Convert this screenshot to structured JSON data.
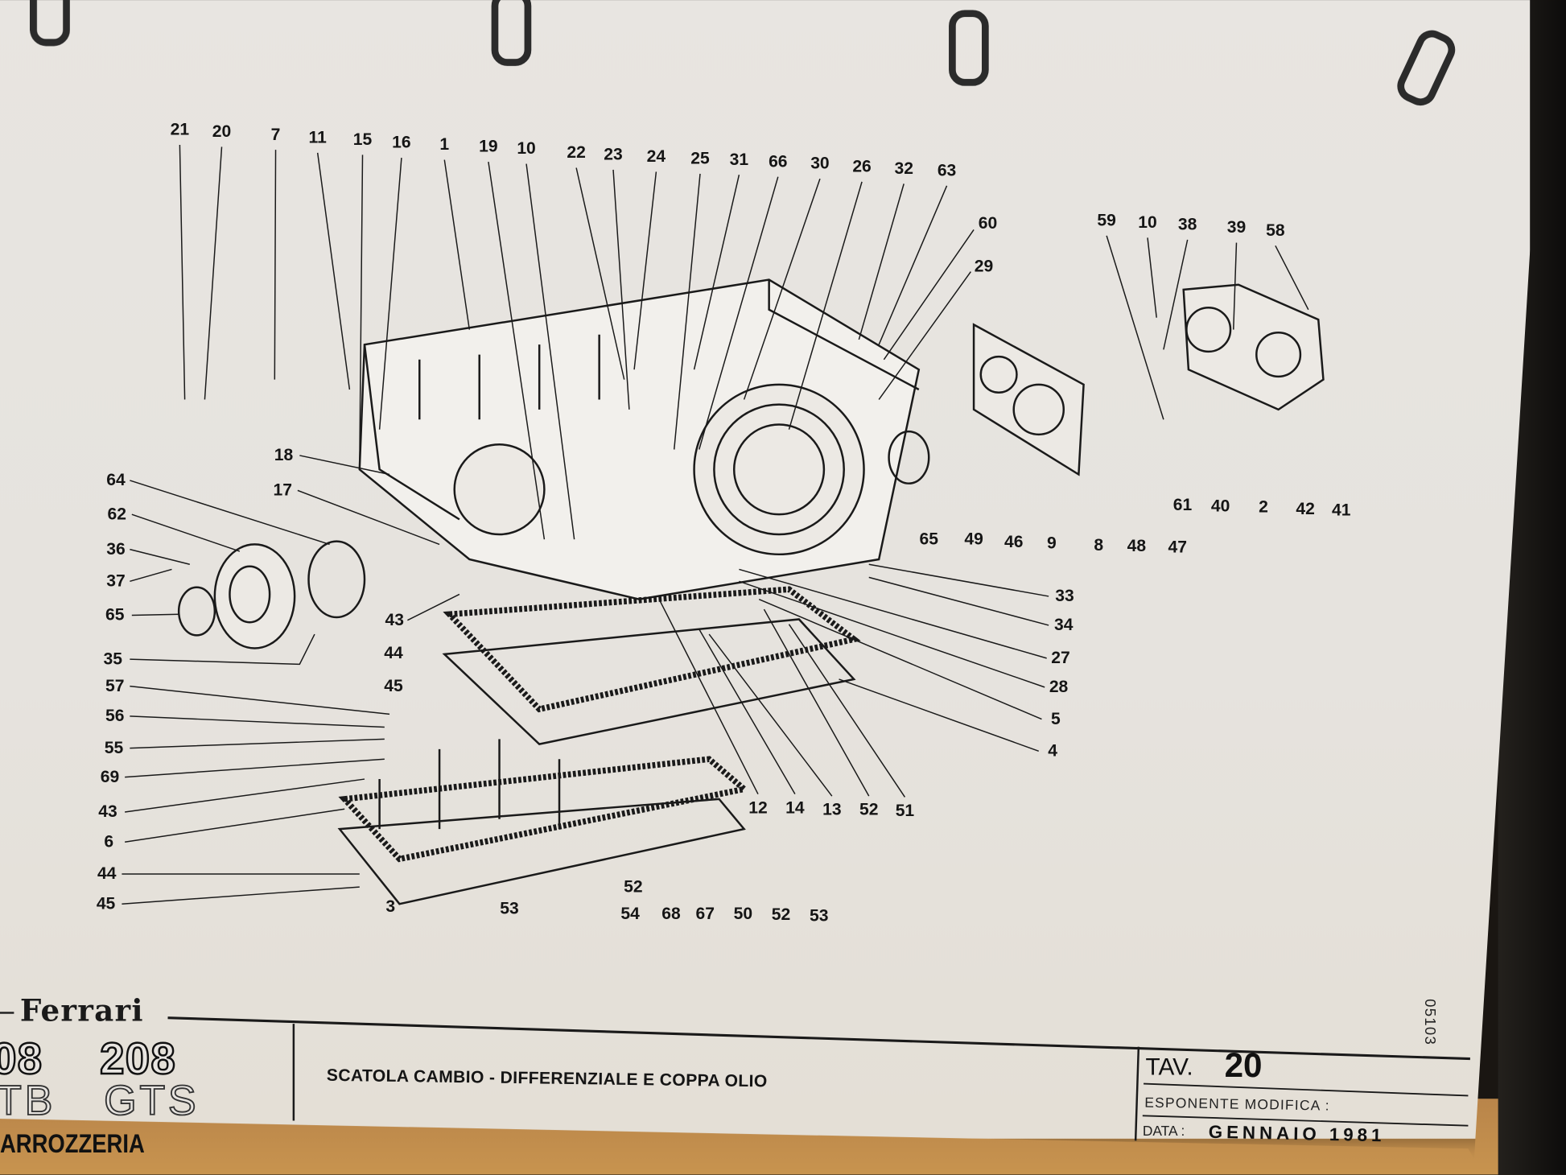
{
  "document": {
    "brand": "Ferrari",
    "models": {
      "left_top": "08",
      "right_top": "208",
      "left_bottom": "TB",
      "right_bottom": "GTS"
    },
    "section_label": "ARROZZERIA",
    "title": "SCATOLA CAMBIO - DIFFERENZIALE E COPPA OLIO",
    "tav_label": "TAV.",
    "tav_number": "20",
    "esponente_label": "ESPONENTE  MODIFICA :",
    "data_label": "DATA :",
    "data_value": "GENNAIO 1981",
    "drawing_code": "05103"
  },
  "callouts": [
    "21",
    "20",
    "7",
    "11",
    "15",
    "16",
    "1",
    "19",
    "10",
    "22",
    "23",
    "24",
    "25",
    "31",
    "66",
    "30",
    "26",
    "32",
    "63",
    "60",
    "29",
    "59",
    "10",
    "38",
    "39",
    "58",
    "61",
    "40",
    "2",
    "42",
    "41",
    "65",
    "49",
    "46",
    "9",
    "8",
    "48",
    "47",
    "33",
    "34",
    "27",
    "28",
    "5",
    "4",
    "64",
    "62",
    "36",
    "37",
    "65",
    "35",
    "18",
    "17",
    "43",
    "44",
    "45",
    "57",
    "56",
    "55",
    "69",
    "43",
    "6",
    "44",
    "45",
    "12",
    "14",
    "13",
    "52",
    "51",
    "52",
    "54",
    "3",
    "53",
    "68",
    "67",
    "50",
    "52",
    "53"
  ]
}
